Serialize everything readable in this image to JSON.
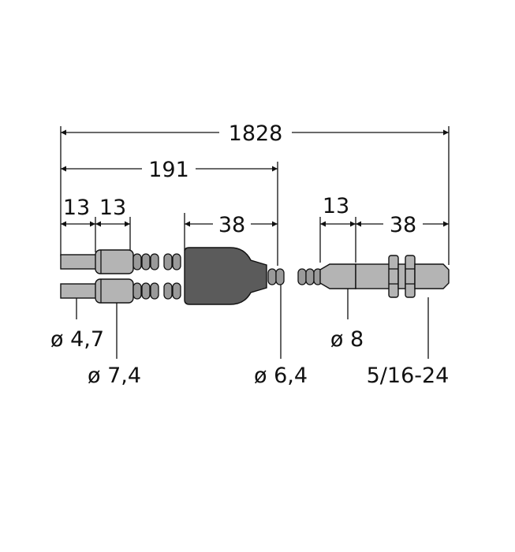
{
  "dimensions": {
    "overall_length": "1828",
    "split_length": "191",
    "ferrule_left_1": "13",
    "ferrule_left_2": "13",
    "splitter_length": "38",
    "ferrule_right": "13",
    "thread_length": "38"
  },
  "diameters": {
    "fiber_tip": "ø 4,7",
    "ferrule": "ø 7,4",
    "armor": "ø 6,4",
    "probe": "ø 8",
    "thread": "5/16-24"
  },
  "colors": {
    "line": "#111111",
    "body_light": "#b4b4b4",
    "body_dark": "#5b5b5b"
  }
}
